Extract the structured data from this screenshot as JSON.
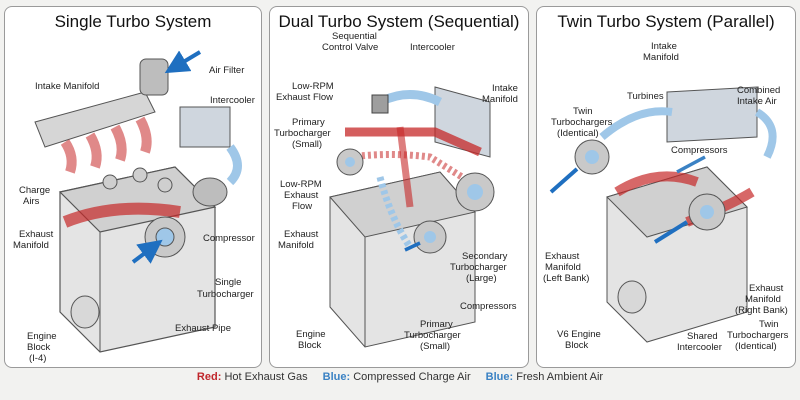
{
  "colors": {
    "hot": "#c62828",
    "charge": "#9fc7e8",
    "fresh": "#1f6fc0",
    "engine": "#e4e4e4",
    "line": "#555555"
  },
  "panels": [
    {
      "title": "Single Turbo System",
      "labels": [
        "Air Filter",
        "Intake Manifold",
        "Intercooler",
        "Charge",
        "Airs",
        "Exhaust",
        "Manifold",
        "Compressor",
        "Single",
        "Turbocharger",
        "Exhaust Pipe",
        "Engine",
        "Block",
        "(I-4)"
      ]
    },
    {
      "title": "Dual Turbo System (Sequential)",
      "labels": [
        "Sequential",
        "Control Valve",
        "Intercooler",
        "Intake",
        "Manifold",
        "Low-RPM",
        "Exhaust Flow",
        "Primary",
        "Turbocharger",
        "(Small)",
        "Low-RPM",
        "Exhaust",
        "Flow",
        "Exhaust",
        "Manifold",
        "Secondary",
        "Turbocharger",
        "(Large)",
        "Compressors",
        "Engine",
        "Block",
        "Primary",
        "Turbocharger",
        "(Small)"
      ]
    },
    {
      "title": "Twin Turbo System (Parallel)",
      "labels": [
        "Intake",
        "Manifold",
        "Turbines",
        "Combined",
        "Intake Air",
        "Twin",
        "Turbochargers",
        "(Identical)",
        "Compressors",
        "Exhaust",
        "Manifold",
        "(Left Bank)",
        "Exhaust",
        "Manifold",
        "(Right Bank)",
        "V6 Engine",
        "Block",
        "Shared",
        "Intercooler",
        "Twin",
        "Turbochargers",
        "(Identical)"
      ]
    }
  ],
  "legend": {
    "red_key": "Red:",
    "red_text": "Hot Exhaust Gas",
    "blue1_key": "Blue:",
    "blue1_text": "Compressed Charge Air",
    "blue2_key": "Blue:",
    "blue2_text": "Fresh Ambient Air"
  }
}
